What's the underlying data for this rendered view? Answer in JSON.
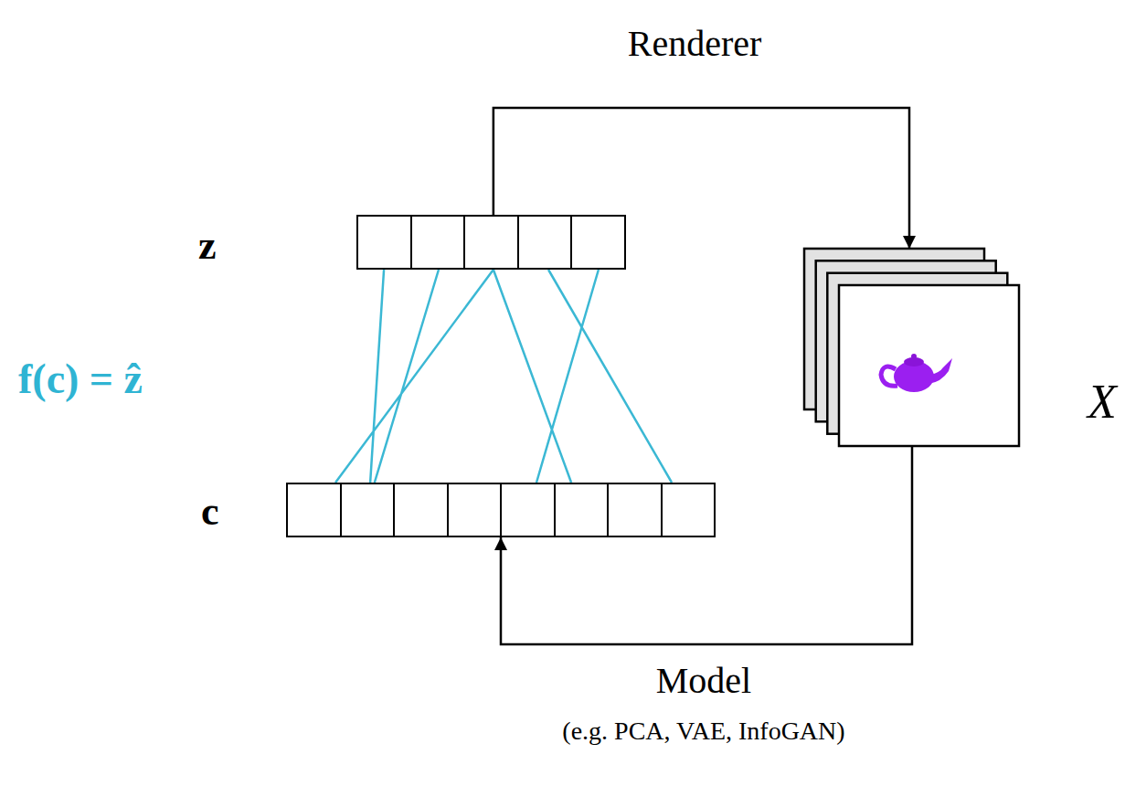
{
  "diagram": {
    "nodes": [
      {
        "text": [
          "z"
        ]
      },
      {
        "text": [
          "X"
        ]
      },
      {
        "text": [
          "c"
        ]
      }
    ],
    "edges": [
      {
        "from": 0,
        "to": 1,
        "label": "Renderer",
        "arrow": "to"
      },
      {
        "from": 1,
        "to": 2,
        "label": "Model",
        "arrow": "to"
      },
      {
        "from": 2,
        "to": 0,
        "arrow": "none"
      }
    ],
    "labels": [
      "f(c) = ẑ",
      "(e.g. PCA, VAE, InfoGAN)"
    ]
  }
}
